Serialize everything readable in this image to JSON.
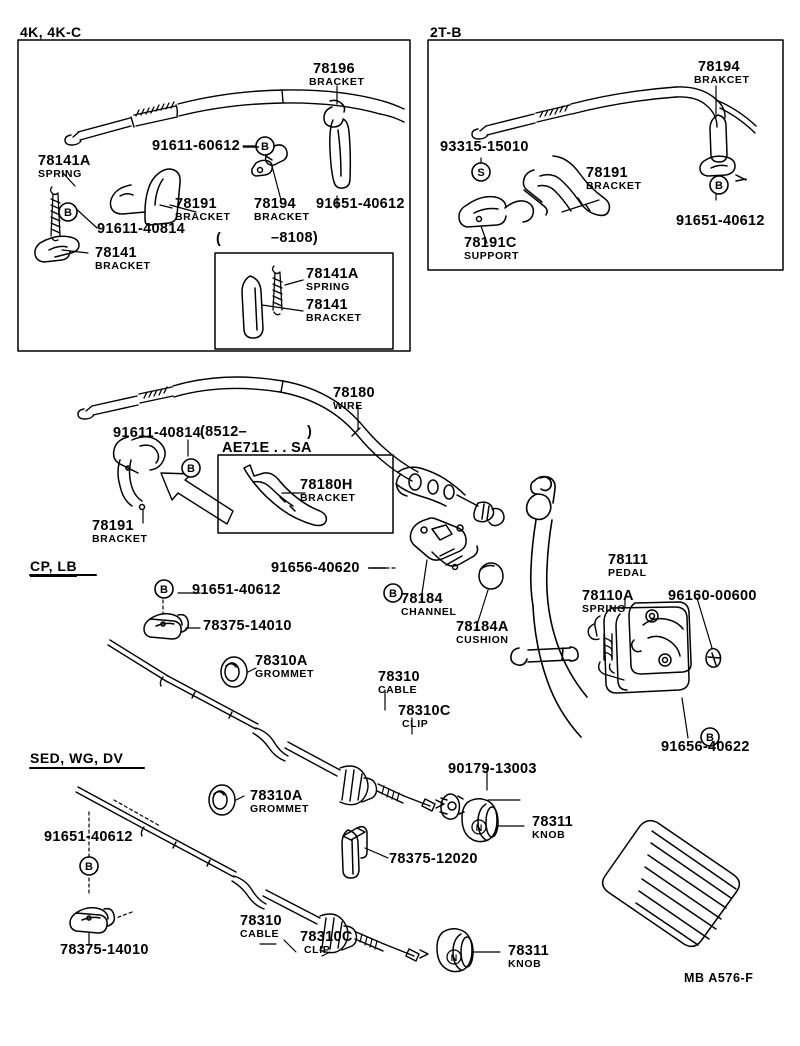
{
  "sheet": {
    "reference_code": "MB A576-F"
  },
  "panels": [
    {
      "id": "panel-4k",
      "title": "4K, 4K-C"
    },
    {
      "id": "panel-2tb",
      "title": "2T-B"
    }
  ],
  "group_headers": [
    {
      "id": "cp-lb",
      "label": "CP, LB"
    },
    {
      "id": "sed-wg-dv",
      "label": "SED, WG, DV"
    }
  ],
  "insets": [
    {
      "id": "inset-8108",
      "caption_open": "(",
      "caption": "–8108)"
    },
    {
      "id": "inset-ae71e",
      "caption_a": "(8512–",
      "caption_b": ")",
      "caption_c": "AE71E . . SA"
    }
  ],
  "callouts_panel_4k": [
    {
      "id": "c1",
      "part": "78196",
      "desc": "BRACKET"
    },
    {
      "id": "c2",
      "part": "91611-60612",
      "desc": ""
    },
    {
      "id": "c3",
      "part": "78141A",
      "desc": "SPRING"
    },
    {
      "id": "c4",
      "part": "78191",
      "desc": "BRACKET"
    },
    {
      "id": "c5",
      "part": "78194",
      "desc": "BRACKET"
    },
    {
      "id": "c6",
      "part": "91651-40612",
      "desc": ""
    },
    {
      "id": "c7",
      "part": "91611-40814",
      "desc": ""
    },
    {
      "id": "c8",
      "part": "78141",
      "desc": "BRACKET"
    },
    {
      "id": "c9",
      "part": "78141A",
      "desc": "SPRING"
    },
    {
      "id": "c10",
      "part": "78141",
      "desc": "BRACKET"
    }
  ],
  "callouts_panel_2tb": [
    {
      "id": "d1",
      "part": "78194",
      "desc": "BRAKCET"
    },
    {
      "id": "d2",
      "part": "93315-15010",
      "desc": ""
    },
    {
      "id": "d3",
      "part": "78191",
      "desc": "BRACKET"
    },
    {
      "id": "d4",
      "part": "91651-40612",
      "desc": ""
    },
    {
      "id": "d5",
      "part": "78191C",
      "desc": "SUPPORT"
    }
  ],
  "callouts_main": [
    {
      "id": "e1",
      "part": "78180",
      "desc": "WIRE"
    },
    {
      "id": "e2",
      "part": "91611-40814",
      "desc": ""
    },
    {
      "id": "e3",
      "part": "78180H",
      "desc": "BRACKET"
    },
    {
      "id": "e4",
      "part": "78191",
      "desc": "BRACKET"
    },
    {
      "id": "e5",
      "part": "91656-40620",
      "desc": ""
    },
    {
      "id": "e6",
      "part": "78184",
      "desc": "CHANNEL"
    },
    {
      "id": "e7",
      "part": "78184A",
      "desc": "CUSHION"
    },
    {
      "id": "e8",
      "part": "78111",
      "desc": "PEDAL"
    },
    {
      "id": "e9",
      "part": "78110A",
      "desc": "SPRING"
    },
    {
      "id": "e10",
      "part": "96160-00600",
      "desc": ""
    },
    {
      "id": "e11",
      "part": "91656-40622",
      "desc": ""
    }
  ],
  "callouts_cp_lb": [
    {
      "id": "f1",
      "part": "91651-40612",
      "desc": ""
    },
    {
      "id": "f2",
      "part": "78375-14010",
      "desc": ""
    },
    {
      "id": "f3",
      "part": "78310A",
      "desc": "GROMMET"
    },
    {
      "id": "f4",
      "part": "78310",
      "desc": "CABLE"
    },
    {
      "id": "f5",
      "part": "78310C",
      "desc": "CLIP"
    },
    {
      "id": "f6",
      "part": "90179-13003",
      "desc": ""
    },
    {
      "id": "f7",
      "part": "78311",
      "desc": "KNOB"
    }
  ],
  "callouts_sed_wg_dv": [
    {
      "id": "g1",
      "part": "78310A",
      "desc": "GROMMET"
    },
    {
      "id": "g2",
      "part": "91651-40612",
      "desc": ""
    },
    {
      "id": "g3",
      "part": "78375-14010",
      "desc": ""
    },
    {
      "id": "g4",
      "part": "78375-12020",
      "desc": ""
    },
    {
      "id": "g5",
      "part": "78310",
      "desc": "CABLE"
    },
    {
      "id": "g6",
      "part": "78310C",
      "desc": "CLIP"
    },
    {
      "id": "g7",
      "part": "78311",
      "desc": "KNOB"
    }
  ],
  "markers": [
    {
      "id": "m1",
      "glyph": "B"
    },
    {
      "id": "m2",
      "glyph": "S"
    },
    {
      "id": "m3",
      "glyph": "N"
    }
  ],
  "colors": {
    "ink": "#000000",
    "paper": "#ffffff"
  }
}
